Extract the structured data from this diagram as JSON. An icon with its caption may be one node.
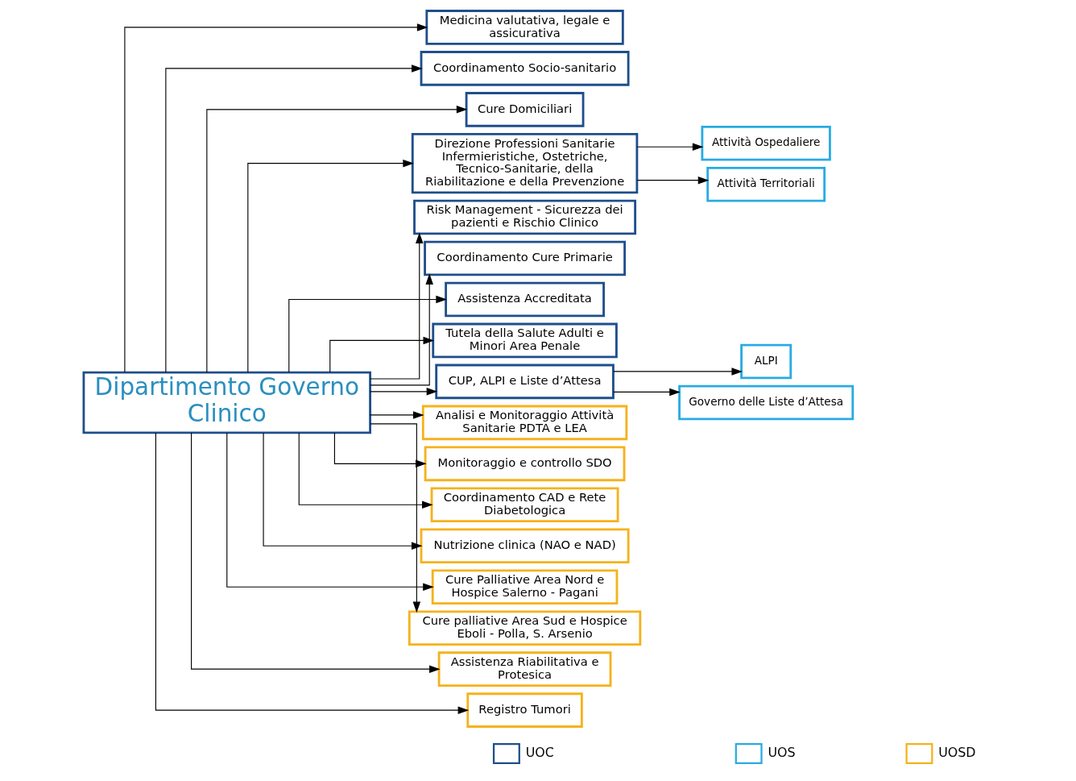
{
  "diagram": {
    "nodes": [
      {
        "text": [
          "Dipartimento Governo Clinico"
        ]
      },
      {
        "text": [
          "Medicina valutativa, legale e assicurativa"
        ]
      },
      {
        "text": [
          "Coordinamento Socio-sanitario"
        ]
      },
      {
        "text": [
          "Cure Domiciliari"
        ]
      },
      {
        "text": [
          "Direzione Professioni Sanitarie Infermieristiche, Ostetriche, Tecnico-Sanitarie, della Riabilitazione e della Prevenzione"
        ]
      },
      {
        "text": [
          "Attività Ospedaliere"
        ]
      },
      {
        "text": [
          "Attività Territoriali"
        ]
      },
      {
        "text": [
          "Risk Management - Sicurezza dei pazienti e Rischio Clinico"
        ]
      },
      {
        "text": [
          "Coordinamento Cure Primarie"
        ]
      },
      {
        "text": [
          "Assistenza Accreditata"
        ]
      },
      {
        "text": [
          "Tutela della Salute Adulti e Minori Area Penale"
        ]
      },
      {
        "text": [
          "CUP, ALPI e Liste d’Attesa"
        ]
      },
      {
        "text": [
          "ALPI"
        ]
      },
      {
        "text": [
          "Governo delle Liste d’Attesa"
        ]
      },
      {
        "text": [
          "Analisi e Monitoraggio Attività Sanitarie PDTA e LEA"
        ]
      },
      {
        "text": [
          "Monitoraggio e controllo SDO"
        ]
      },
      {
        "text": [
          "Coordinamento CAD e Rete Diabetologica"
        ]
      },
      {
        "text": [
          "Nutrizione clinica (NAO e NAD)"
        ]
      },
      {
        "text": [
          "Cure Palliative Area Nord e Hospice Salerno - Pagani"
        ]
      },
      {
        "text": [
          "Cure palliative Area Sud e Hospice Eboli - Polla, S. Arsenio"
        ]
      },
      {
        "text": [
          "Assistenza Riabilitativa e Protesica"
        ]
      },
      {
        "text": [
          "Registro Tumori"
        ]
      }
    ],
    "edges": [
      {
        "from": 0,
        "to": 1,
        "arrow": "to"
      },
      {
        "from": 0,
        "to": 2,
        "arrow": "to"
      },
      {
        "from": 0,
        "to": 3,
        "arrow": "to"
      },
      {
        "from": 0,
        "to": 4,
        "arrow": "to"
      },
      {
        "from": 4,
        "to": 5,
        "arrow": "to"
      },
      {
        "from": 4,
        "to": 6,
        "arrow": "to"
      },
      {
        "from": 0,
        "to": 7,
        "arrow": "to"
      },
      {
        "from": 0,
        "to": 8,
        "arrow": "to"
      },
      {
        "from": 0,
        "to": 9,
        "arrow": "to"
      },
      {
        "from": 0,
        "to": 10,
        "arrow": "to"
      },
      {
        "from": 0,
        "to": 11,
        "arrow": "to"
      },
      {
        "from": 11,
        "to": 12,
        "arrow": "to"
      },
      {
        "from": 11,
        "to": 13,
        "arrow": "to"
      },
      {
        "from": 0,
        "to": 14,
        "arrow": "to"
      },
      {
        "from": 0,
        "to": 15,
        "arrow": "to"
      },
      {
        "from": 0,
        "to": 16,
        "arrow": "to"
      },
      {
        "from": 0,
        "to": 17,
        "arrow": "to"
      },
      {
        "from": 0,
        "to": 18,
        "arrow": "to"
      },
      {
        "from": 0,
        "to": 19,
        "arrow": "to"
      },
      {
        "from": 0,
        "to": 20,
        "arrow": "to"
      },
      {
        "from": 0,
        "to": 21,
        "arrow": "to"
      }
    ],
    "legend": [
      {
        "text": "UOC",
        "color": "#1f4e8c"
      },
      {
        "text": "UOS",
        "color": "#29abe2"
      },
      {
        "text": "UOSD",
        "color": "#f5b21b"
      }
    ]
  }
}
